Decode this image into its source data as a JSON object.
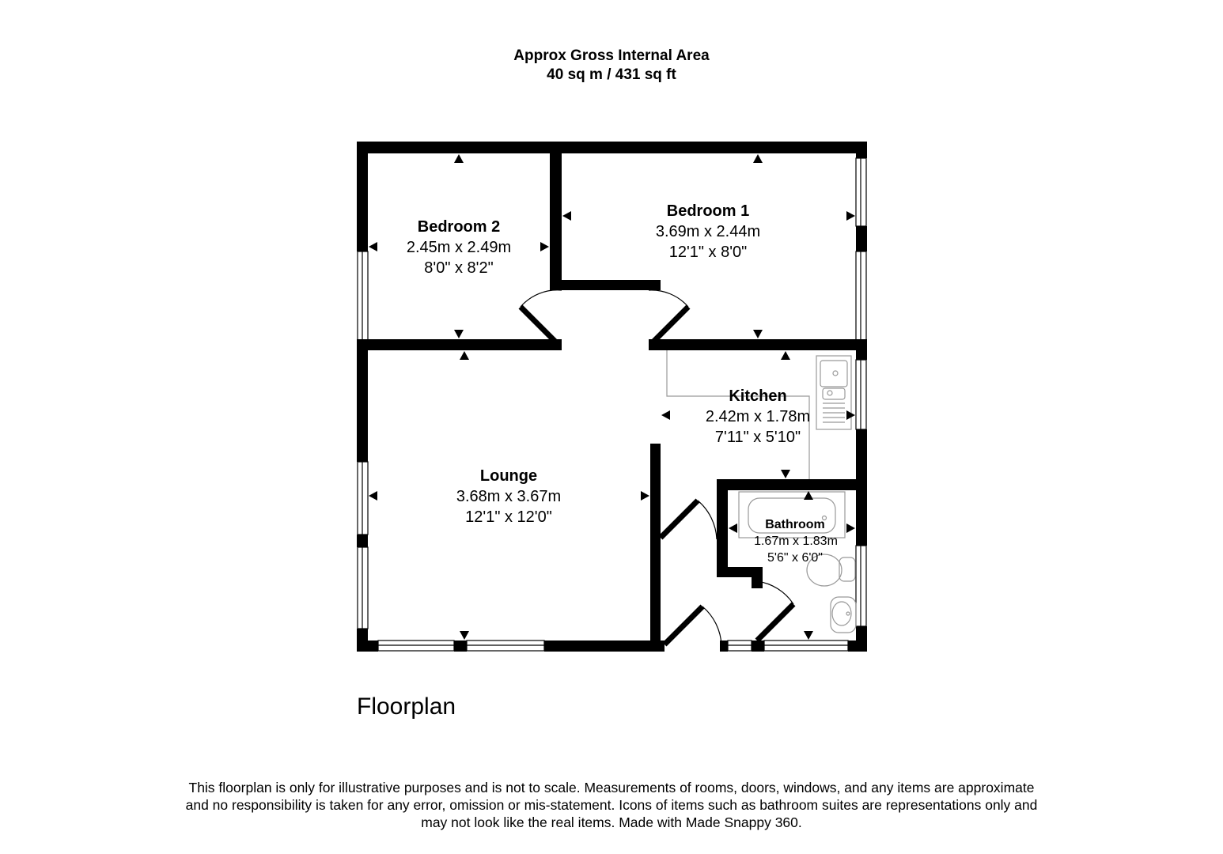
{
  "header": {
    "line1": "Approx Gross Internal Area",
    "line2": "40 sq m / 431 sq ft"
  },
  "rooms": {
    "bedroom2": {
      "name": "Bedroom 2",
      "metric": "2.45m x 2.49m",
      "imperial": "8'0\" x 8'2\""
    },
    "bedroom1": {
      "name": "Bedroom 1",
      "metric": "3.69m x 2.44m",
      "imperial": "12'1\" x 8'0\""
    },
    "kitchen": {
      "name": "Kitchen",
      "metric": "2.42m x 1.78m",
      "imperial": "7'11\" x 5'10\""
    },
    "lounge": {
      "name": "Lounge",
      "metric": "3.68m x 3.67m",
      "imperial": "12'1\" x 12'0\""
    },
    "bathroom": {
      "name": "Bathroom",
      "metric": "1.67m x 1.83m",
      "imperial": "5'6\" x 6'0\""
    }
  },
  "floor_label": "Floorplan",
  "disclaimer": {
    "line1": "This floorplan is only for illustrative purposes and is not to scale. Measurements of rooms, doors, windows, and any items are approximate",
    "line2": "and no responsibility is taken for any error, omission or mis-statement. Icons of items such as bathroom suites are representations only and",
    "line3": "may not look like the real items. Made with Made Snappy 360."
  },
  "colors": {
    "wall": "#000000",
    "fixture": "#999999",
    "background": "#ffffff"
  }
}
